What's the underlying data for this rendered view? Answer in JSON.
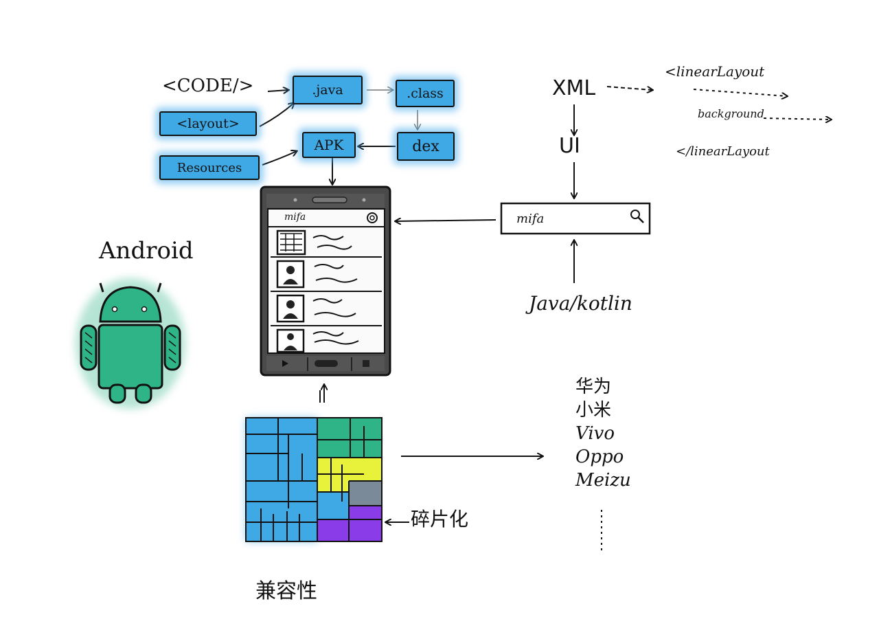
{
  "sources": {
    "code": "<CODE/>",
    "layout": "<layout>",
    "resources": "Resources"
  },
  "pipeline": {
    "java": ".java",
    "class": ".class",
    "apk": "APK",
    "dex": "dex"
  },
  "xml_side": {
    "xml": "XML",
    "ui": "UI",
    "linear_open": "<linearLayout",
    "background": "background",
    "linear_close": "</linearLayout",
    "search_text": "mifa",
    "lang": "Java/kotlin"
  },
  "phone": {
    "title": "mifa"
  },
  "android": {
    "label": "Android"
  },
  "brands": [
    "华为",
    "小米",
    "Vivo",
    "Oppo",
    "Meizu"
  ],
  "fragmentation_label": "碎片化",
  "compatibility_label": "兼容性",
  "colors": {
    "blue": "#3fa9e6",
    "green": "#2fb487",
    "yellow": "#e9f23a",
    "purple": "#8a3ce8",
    "gray": "#7a8a99"
  }
}
